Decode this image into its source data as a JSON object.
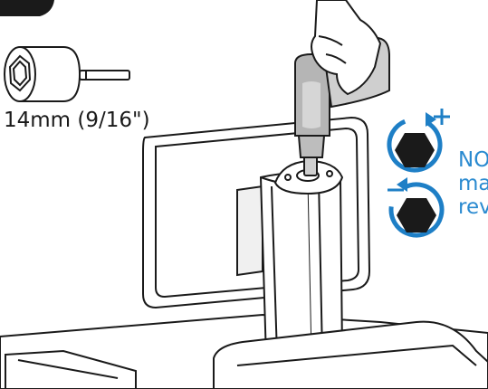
{
  "socket_label": "14mm (9/16\")",
  "note_lines": [
    "NO",
    "ma",
    "rev"
  ],
  "icons": {
    "tighten": "clockwise-arrow-plus-hex-icon",
    "loosen": "counterclockwise-arrow-minus-hex-icon",
    "socket": "hex-socket-bit-icon",
    "step_marker": "step-marker-icon"
  },
  "colors": {
    "line": "#1a1a1a",
    "accent_blue": "#1e7fc6",
    "tool_grey": "#9a9a9a",
    "panel_grey": "#d8d8d8"
  }
}
